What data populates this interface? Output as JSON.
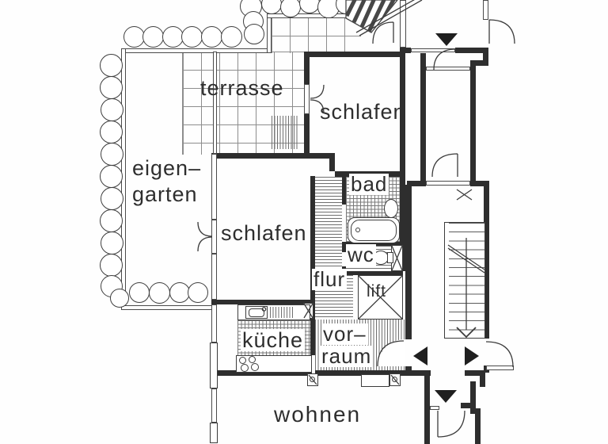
{
  "plan": {
    "title": "apartment floor plan (scan)",
    "rooms": {
      "terrasse": "terrasse",
      "schlafen_upper": "schlafen",
      "schlafen_lower": "schlafen",
      "eigengarten_line1": "eigen–",
      "eigengarten_line2": "garten",
      "bad": "bad",
      "wc": "wc",
      "flur": "flur",
      "lift": "lift",
      "kueche": "küche",
      "vorraum_line1": "vor–",
      "vorraum_line2": "raum",
      "wohnen": "wohnen"
    },
    "colors": {
      "ink": "#2e2e2e",
      "thin_line": "#4a4a4a",
      "hatch": "#6f6f6f",
      "paper": "#fefefe",
      "arrow": "#1f1f1f"
    }
  }
}
